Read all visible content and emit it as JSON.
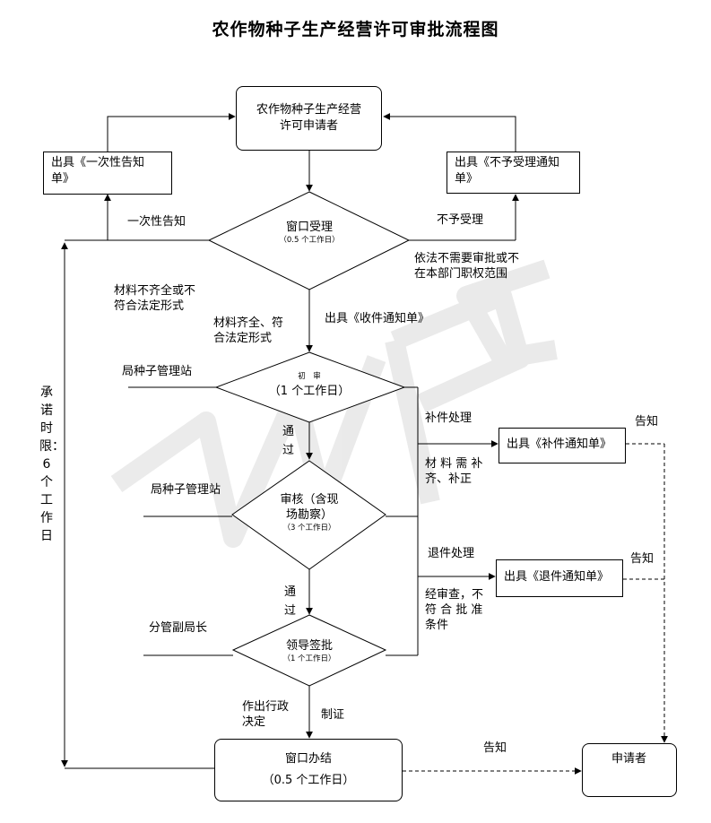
{
  "title": "农作物种子生产经营许可审批流程图",
  "boxes": {
    "applicant_top": [
      "农作物种子生产经营",
      "许可申请者"
    ],
    "one_time_notice": [
      "出具《一次性告知",
      "单》"
    ],
    "not_accepted_notice": [
      "出具《不予受理通知",
      "单》"
    ],
    "supplement_notice": "出具《补件通知单》",
    "return_notice": "出具《退件通知单》",
    "window_complete": [
      "窗口办结",
      "（0.5 个工作日）"
    ],
    "applicant_bottom": "申请者"
  },
  "diamonds": {
    "window_accept": {
      "name": "窗口受理",
      "time": "（0.5 个工作日）"
    },
    "initial_review": {
      "name": "初　审",
      "time": "（1 个工作日）"
    },
    "review": {
      "name": "审核（含现",
      "name2": "场勘察）",
      "time": "（3 个工作日）"
    },
    "leader_approval": {
      "name": "领导签批",
      "time": "（1 个工作日）"
    }
  },
  "labels": {
    "one_time_notify": "一次性告知",
    "not_accepted": "不予受理",
    "not_required": [
      "依法不需要审批或不",
      "在本部门职权范围"
    ],
    "materials_incomplete": [
      "材料不齐全或不",
      "符合法定形式"
    ],
    "materials_complete": [
      "材料齐全、符",
      "合法定形式"
    ],
    "receipt_notice": "出具《收件通知单》",
    "seed_station_1": "局种子管理站",
    "seed_station_2": "局种子管理站",
    "deputy_director": "分管副局长",
    "pass_1": [
      "通",
      "过"
    ],
    "pass_2": [
      "通",
      "过"
    ],
    "supplement_process": "补件处理",
    "need_supplement": [
      "材 料 需 补",
      "齐、补正"
    ],
    "return_process": "退件处理",
    "not_meet": [
      "经审查，不",
      "符 合 批 准",
      "条件"
    ],
    "notify_1": "告知",
    "notify_2": "告知",
    "notify_3": "告知",
    "make_decision": [
      "作出行政",
      "决定"
    ],
    "certify": "制证",
    "time_limit": "承诺时限：6个工作日"
  },
  "watermark": "WPS"
}
